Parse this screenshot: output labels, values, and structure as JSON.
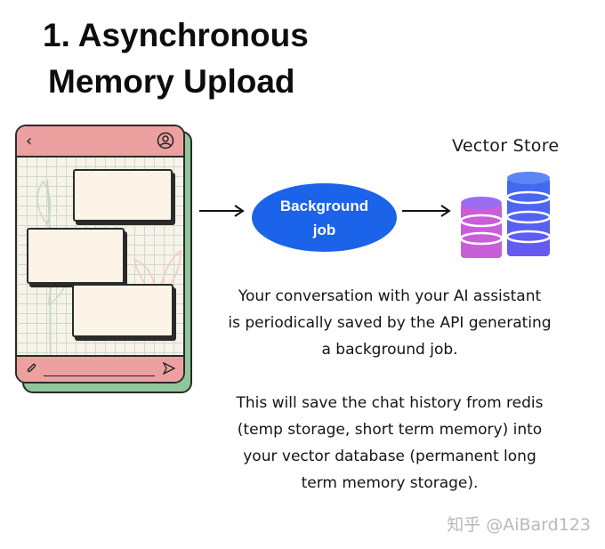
{
  "title": {
    "line1": "1. Asynchronous",
    "line2": "Memory Upload"
  },
  "phone": {
    "back_icon": "‹",
    "icons": [
      "back-icon",
      "user-icon",
      "paperclip-icon",
      "send-icon"
    ]
  },
  "process": {
    "node_label_line1": "Background",
    "node_label_line2": "job",
    "node_color": "#1b63e8"
  },
  "vector_store": {
    "label": "Vector Store",
    "icon": "database-stack-icon"
  },
  "description": {
    "para1": [
      "Your conversation with your AI assistant",
      "is periodically saved by the API generating",
      "a background job."
    ],
    "para2": [
      "This will save the chat history from redis",
      "(temp storage, short term memory) into",
      "your vector database (permanent long",
      "term memory storage)."
    ]
  },
  "watermark": "知乎 @AiBard123",
  "colors": {
    "phone_bar": "#eda0a0",
    "phone_shadow": "#8fc79a",
    "db_gradient_top": "#4a7cf2",
    "db_gradient_bottom": "#d24fd6"
  }
}
